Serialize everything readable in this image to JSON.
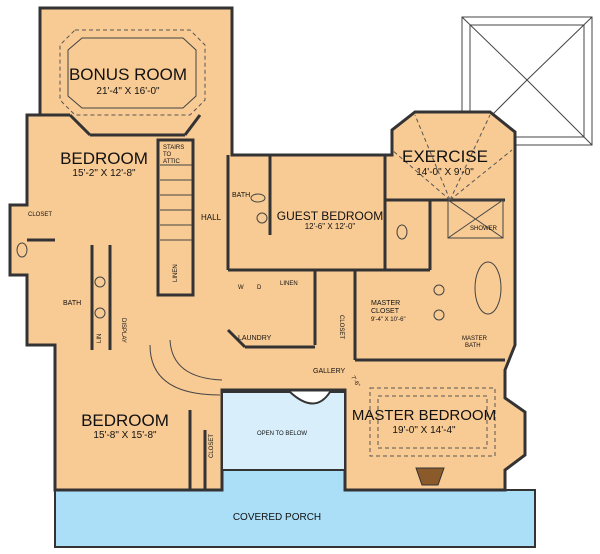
{
  "colors": {
    "floor": "#F9CB94",
    "porch": "#ABDFF8",
    "open": "#D8EFFB",
    "wall": "#333333"
  },
  "rooms": {
    "bonus": {
      "name": "BONUS ROOM",
      "dim": "21'-4\" X 16'-0\""
    },
    "bedroom1": {
      "name": "BEDROOM",
      "dim": "15'-2\" X 12'-8\""
    },
    "bedroom2": {
      "name": "BEDROOM",
      "dim": "15'-8\" X 15'-8\""
    },
    "guest": {
      "name": "GUEST BEDROOM",
      "dim": "12'-6\" X 12'-0\""
    },
    "exercise": {
      "name": "EXERCISE",
      "dim": "14'-0\" X 9'-0\""
    },
    "master_closet": {
      "name1": "MASTER",
      "name2": "CLOSET",
      "dim": "9'-4\" X 10'-6\""
    },
    "master_bedroom": {
      "name": "MASTER BEDROOM",
      "dim": "19'-0\" X 14'-4\""
    },
    "porch": {
      "name": "COVERED PORCH"
    },
    "open": {
      "name": "OPEN TO BELOW"
    }
  },
  "labels": {
    "stairs1": "STAIRS",
    "stairs2": "TO",
    "stairs3": "ATTIC",
    "hall": "HALL",
    "bath": "BATH",
    "bath2": "BATH",
    "closet": "CLOSET",
    "closet2": "CLOSET",
    "closet3": "CLOSET",
    "linen": "LINEN",
    "linen2": "LINEN",
    "laundry": "LAUNDRY",
    "gallery": "GALLERY",
    "display": "DISPLAY",
    "lin": "LIN",
    "shower": "SHOWER",
    "master_bath1": "MASTER",
    "master_bath2": "BATH",
    "w": "W",
    "d": "D",
    "gallery_dim": "7'-6\""
  }
}
